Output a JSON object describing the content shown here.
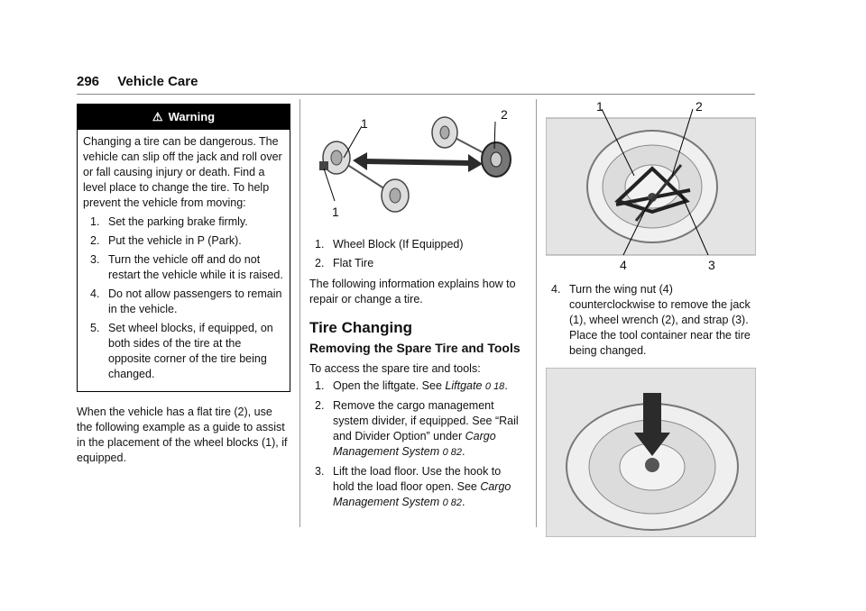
{
  "header": {
    "page_number": "296",
    "section": "Vehicle Care"
  },
  "warning": {
    "title": "Warning",
    "intro": "Changing a tire can be dangerous. The vehicle can slip off the jack and roll over or fall causing injury or death. Find a level place to change the tire. To help prevent the vehicle from moving:",
    "steps": [
      {
        "n": "1.",
        "text": "Set the parking brake firmly."
      },
      {
        "n": "2.",
        "text": "Put the vehicle in P (Park)."
      },
      {
        "n": "3.",
        "text": "Turn the vehicle off and do not restart the vehicle while it is raised."
      },
      {
        "n": "4.",
        "text": "Do not allow passengers to remain in the vehicle."
      },
      {
        "n": "5.",
        "text": "Set wheel blocks, if equipped, on both sides of the tire at the opposite corner of the tire being changed."
      }
    ]
  },
  "col1_paragraph": "When the vehicle has a flat tire (2), use the following example as a guide to assist in the placement of the wheel blocks (1), if equipped.",
  "figure1": {
    "labels": [
      "1",
      "2",
      "1"
    ],
    "legend": [
      {
        "n": "1.",
        "text": "Wheel Block (If Equipped)"
      },
      {
        "n": "2.",
        "text": "Flat Tire"
      }
    ]
  },
  "col2_paragraph": "The following information explains how to repair or change a tire.",
  "section_title": "Tire Changing",
  "subsection_title": "Removing the Spare Tire and Tools",
  "access_intro": "To access the spare tire and tools:",
  "access_steps": [
    {
      "n": "1.",
      "pre": "Open the liftgate. See ",
      "link": "Liftgate",
      "ref": "0 18",
      "post": "."
    },
    {
      "n": "2.",
      "pre": "Remove the cargo management system divider, if equipped. See “Rail and Divider Option” under ",
      "link": "Cargo Management System",
      "ref": "0 82",
      "post": "."
    },
    {
      "n": "3.",
      "pre": "Lift the load floor. Use the hook to hold the load floor open. See ",
      "link": "Cargo Management System",
      "ref": "0 82",
      "post": "."
    }
  ],
  "figure2": {
    "labels": [
      "1",
      "2",
      "4",
      "3"
    ]
  },
  "step4": {
    "n": "4.",
    "text": "Turn the wing nut (4) counterclockwise to remove the jack (1), wheel wrench (2), and strap (3). Place the tool container near the tire being changed."
  },
  "colors": {
    "warning_bar": "#000000",
    "photo_bg": "#e6e6e6",
    "arrow": "#2b2b2b"
  }
}
